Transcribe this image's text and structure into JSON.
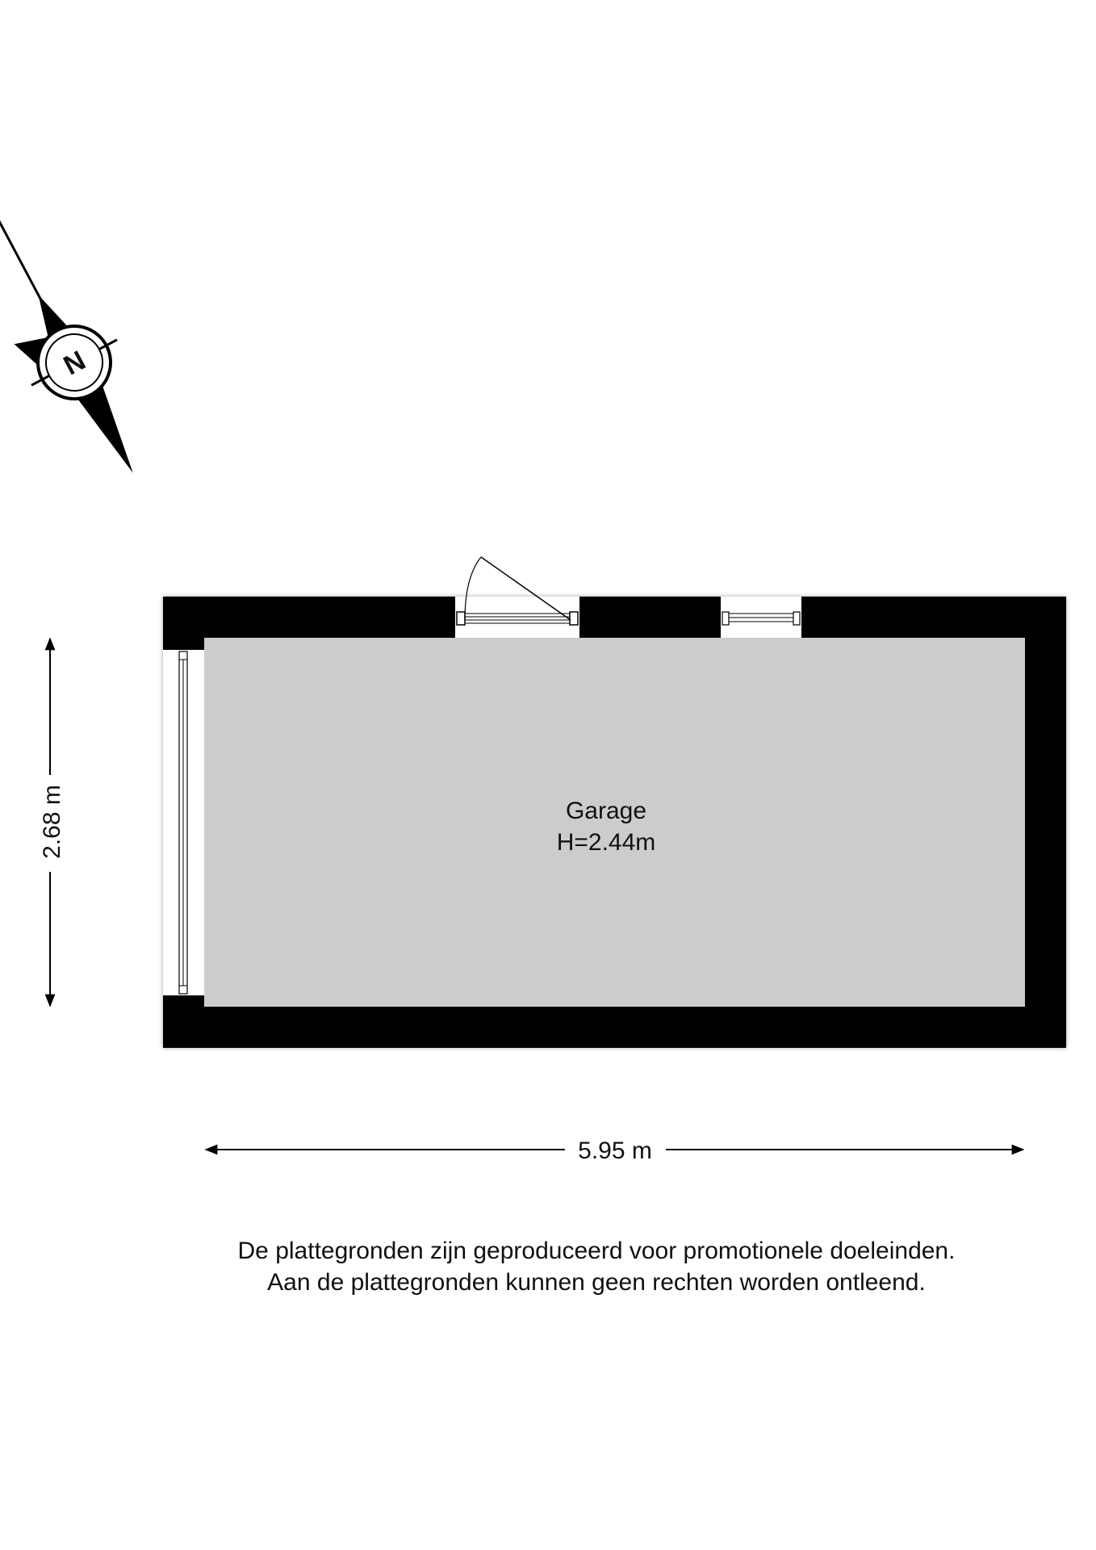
{
  "room": {
    "name": "Garage",
    "height": "H=2.44m"
  },
  "dimensions": {
    "width": "5.95 m",
    "depth": "2.68 m"
  },
  "compass": {
    "letter": "N"
  },
  "disclaimer": {
    "line1": "De plattegronden zijn geproduceerd voor promotionele doeleinden.",
    "line2": "Aan de plattegronden kunnen geen rechten worden ontleend."
  },
  "colors": {
    "wall": "#000000",
    "floor": "#cccccc"
  }
}
